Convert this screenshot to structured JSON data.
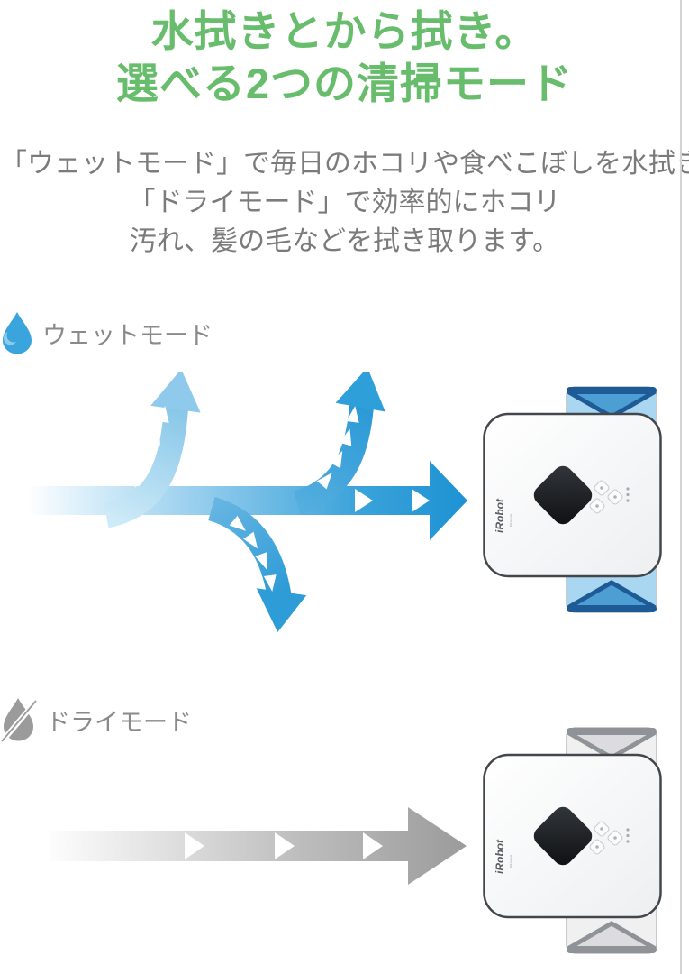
{
  "title": {
    "line1": "水拭きとから拭き。",
    "line2": "選べる2つの清掃モード",
    "color": "#67bd6c"
  },
  "intro": {
    "lines": [
      "「ウェットモード」で毎日のホコリや食べこぼしを水拭き。",
      "「ドライモード」で効率的にホコリ",
      "汚れ、髪の毛などを拭き取ります。"
    ],
    "color": "#7b7b7b"
  },
  "modes": {
    "wet": {
      "label": "ウェットモード",
      "icon": "water-drop-icon",
      "arrow_color": "#1d92d3",
      "pad_color": "#a9d6f0",
      "pad_trim_color": "#1e5a96"
    },
    "dry": {
      "label": "ドライモード",
      "icon": "no-water-drop-icon",
      "arrow_color": "#9b9b9b",
      "pad_color": "#f0f0f1",
      "pad_trim_color": "#8f9296"
    }
  },
  "robot": {
    "brand": "iRobot",
    "model": "Braava"
  }
}
